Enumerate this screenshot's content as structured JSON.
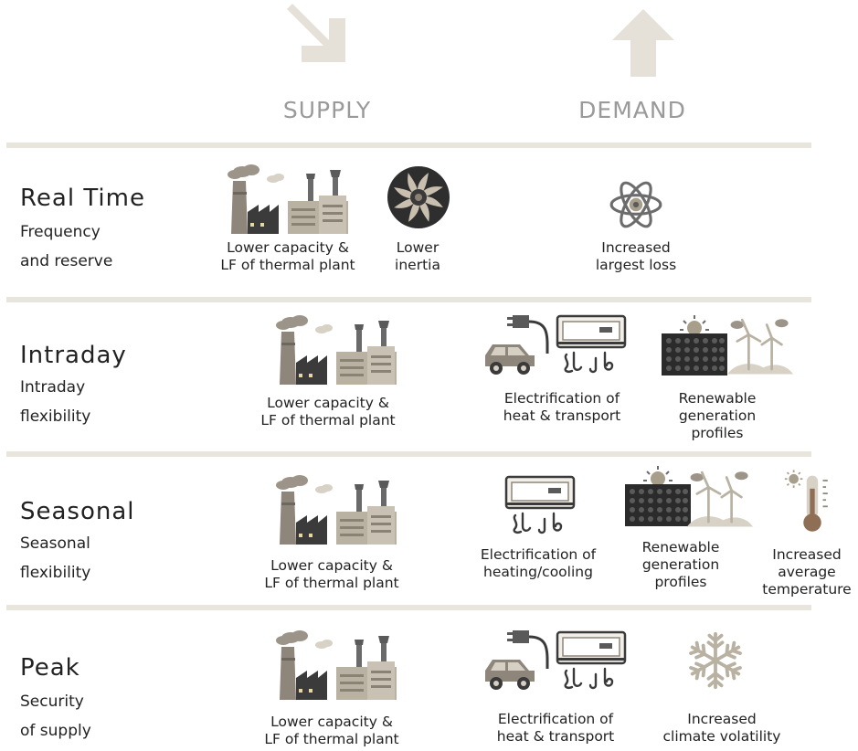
{
  "headers": {
    "supply": "SUPPLY",
    "demand": "DEMAND"
  },
  "rows": [
    {
      "title": "Real Time",
      "subtitle_lines": [
        "Frequency",
        "and reserve"
      ],
      "captions": [
        [
          "Lower capacity &",
          "LF of thermal plant"
        ],
        [
          "Lower",
          "inertia"
        ],
        [
          "Increased",
          "largest loss"
        ]
      ]
    },
    {
      "title": "Intraday",
      "subtitle_lines": [
        "Intraday",
        "flexibility"
      ],
      "captions": [
        [
          "Lower capacity &",
          "LF of thermal plant"
        ],
        [
          "Electrification of",
          "heat & transport"
        ],
        [
          "Renewable",
          "generation",
          "profiles"
        ]
      ]
    },
    {
      "title": "Seasonal",
      "subtitle_lines": [
        "Seasonal",
        "flexibility"
      ],
      "captions": [
        [
          "Lower capacity &",
          "LF of thermal plant"
        ],
        [
          "Electrification of",
          "heating/cooling"
        ],
        [
          "Renewable",
          "generation",
          "profiles"
        ],
        [
          "Increased",
          "average",
          "temperature"
        ]
      ]
    },
    {
      "title": "Peak",
      "subtitle_lines": [
        "Security",
        "of supply"
      ],
      "captions": [
        [
          "Lower capacity &",
          "LF of thermal plant"
        ],
        [
          "Electrification of",
          "heat & transport"
        ],
        [
          "Increased",
          "climate volatility"
        ]
      ]
    }
  ],
  "colors": {
    "icon_dark": "#3a3a3a",
    "icon_tan": "#a89e8c",
    "divider": "#e8e5dc",
    "arrow": "#e6e1d8"
  },
  "icons": [
    "arrow-down-right-icon",
    "arrow-up-icon",
    "factory-icon",
    "turbine-fan-icon",
    "atom-icon",
    "electric-car-icon",
    "heat-pump-icon",
    "solar-panel-icon",
    "wind-turbine-icon",
    "thermometer-icon",
    "snowflake-icon"
  ]
}
